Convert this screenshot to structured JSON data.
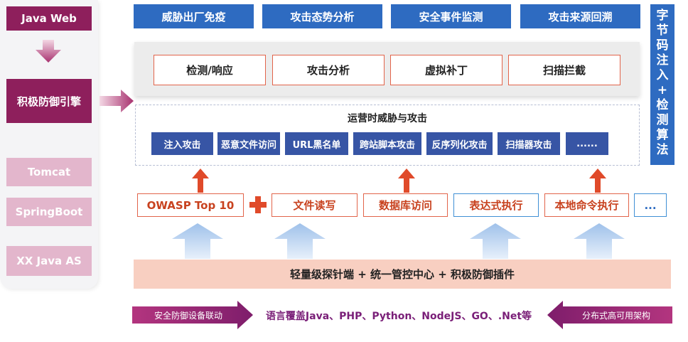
{
  "left_column": {
    "items": [
      {
        "label": "Java Web"
      },
      {
        "label": "积极防御引擎"
      },
      {
        "label": "Tomcat"
      },
      {
        "label": "SpringBoot"
      },
      {
        "label": "XX Java AS"
      }
    ]
  },
  "top_tabs": [
    {
      "label": "威胁出厂免疫"
    },
    {
      "label": "攻击态势分析"
    },
    {
      "label": "安全事件监测"
    },
    {
      "label": "攻击来源回溯"
    }
  ],
  "capabilities": [
    {
      "label": "检测/响应"
    },
    {
      "label": "攻击分析"
    },
    {
      "label": "虚拟补丁"
    },
    {
      "label": "扫描拦截"
    }
  ],
  "runtime": {
    "title": "运营时威胁与攻击",
    "attacks": [
      {
        "label": "注入攻击"
      },
      {
        "label": "恶意文件访问"
      },
      {
        "label": "URL黑名单"
      },
      {
        "label": "跨站脚本攻击"
      },
      {
        "label": "反序列化攻击"
      },
      {
        "label": "扫描器攻击"
      },
      {
        "label": "......"
      }
    ]
  },
  "banner": {
    "chars": [
      "字",
      "节",
      "码",
      "注",
      "入",
      "+",
      "检",
      "测",
      "算",
      "法"
    ]
  },
  "sources": [
    {
      "label": "OWASP Top 10"
    },
    {
      "label": "文件读写"
    },
    {
      "label": "数据库访问"
    },
    {
      "label": "表达式执行"
    },
    {
      "label": "本地命令执行"
    },
    {
      "label": "..."
    }
  ],
  "probe_bar": {
    "label": "轻量级探针端 + 统一管控中心 + 积极防御插件"
  },
  "bottom": {
    "left_arrow": "安全防御设备联动",
    "languages": "语言覆盖Java、PHP、Python、NodeJS、GO、.Net等",
    "right_arrow": "分布式高可用架构"
  },
  "colors": {
    "tab_blue": "#2e6bc1",
    "attack_navy": "#3755a5",
    "engine_magenta": "#8e1f5c",
    "light_pink": "#e3b6cc",
    "source_red": "#e2644a",
    "probe_salmon": "#f8cfc1",
    "arrow_purple": "#9b2a7a"
  }
}
